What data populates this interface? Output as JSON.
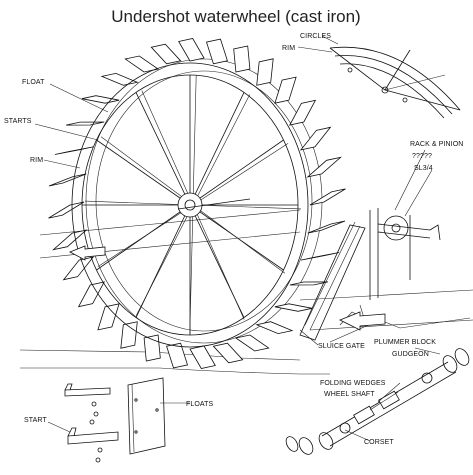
{
  "title": "Undershot waterwheel  (cast iron)",
  "labels": {
    "circles": "CIRCLES",
    "rim_top": "RIM",
    "float": "FLOAT",
    "starts": "STARTS",
    "rim_left": "RIM",
    "rack_pinion": "RACK & PINION",
    "unknown": "?????",
    "sl34": "SL3/4",
    "sluice_gate": "SLUICE GATE",
    "plummer_block": "PLUMMER BLOCK",
    "gudgeon": "GUDGEON",
    "folding_wedges": "FOLDING WEDGES",
    "wheel_shaft": "WHEEL SHAFT",
    "floats": "FLOATS",
    "start": "START",
    "corset": "CORSET"
  }
}
